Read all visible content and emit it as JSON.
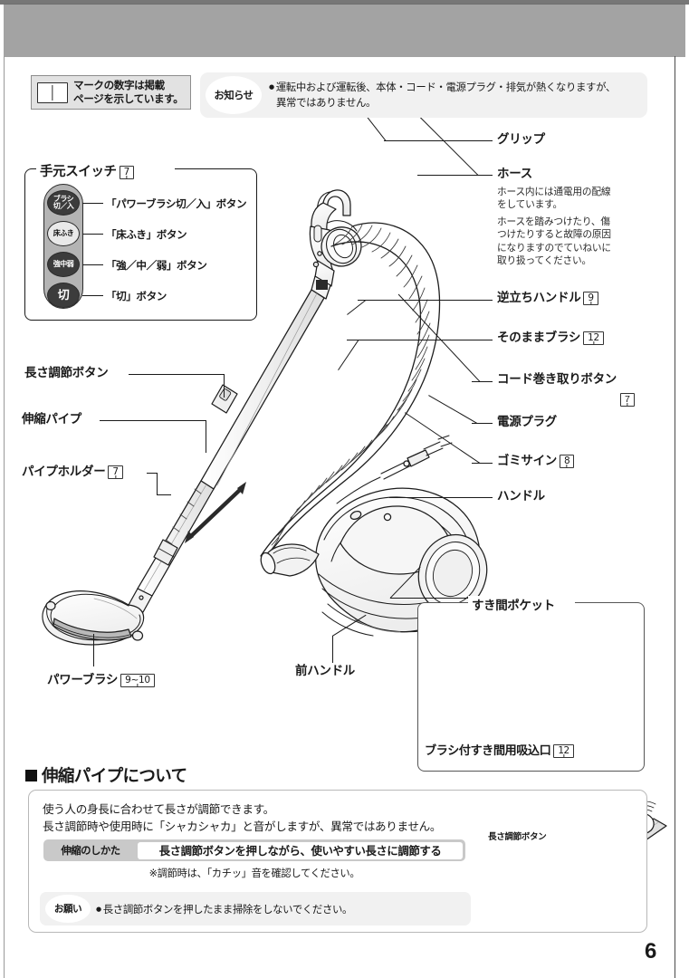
{
  "page": {
    "number": "6"
  },
  "legend": {
    "icon": "open-book-icon",
    "text_line1": "マークの数字は掲載",
    "text_line2": "ページを示しています。"
  },
  "notice": {
    "badge": "お知らせ",
    "line1": "運転中および運転後、本体・コード・電源プラグ・排気が熱くなりますが、",
    "line2": "異常ではありません。"
  },
  "switch_panel": {
    "title": "手元スイッチ",
    "title_ref": "7",
    "buttons": [
      {
        "face_line1": "ブラシ",
        "face_line2": "切／入",
        "style": "dark",
        "label": "「パワーブラシ切／入」ボタン"
      },
      {
        "face_line1": "床ふき",
        "face_line2": "",
        "style": "light",
        "label": "「床ふき」ボタン"
      },
      {
        "face_line1": "強中弱",
        "face_line2": "",
        "style": "dark",
        "label": "「強／中／弱」ボタン"
      },
      {
        "face_line1": "切",
        "face_line2": "",
        "style": "dark",
        "label": "「切」ボタン"
      }
    ]
  },
  "callouts_right": [
    {
      "name": "grip",
      "label": "グリップ",
      "ref": ""
    },
    {
      "name": "hose",
      "label": "ホース",
      "ref": ""
    },
    {
      "name": "upright-handle",
      "label": "逆立ちハンドル",
      "ref": "9"
    },
    {
      "name": "sonomama-brush",
      "label": "そのままブラシ",
      "ref": "12"
    },
    {
      "name": "cord-rewind-button",
      "label": "コード巻き取りボタン",
      "ref": "7"
    },
    {
      "name": "power-plug",
      "label": "電源プラグ",
      "ref": ""
    },
    {
      "name": "dust-sign",
      "label": "ゴミサイン",
      "ref": "8"
    },
    {
      "name": "handle",
      "label": "ハンドル",
      "ref": ""
    }
  ],
  "hose_note": {
    "para1_line1": "ホース内には通電用の配線",
    "para1_line2": "をしています。",
    "para2_line1": "ホースを踏みつけたり、傷",
    "para2_line2": "つけたりすると故障の原因",
    "para2_line3": "になりますのでていねいに",
    "para2_line4": "取り扱ってください。"
  },
  "callouts_left": [
    {
      "name": "length-adjust-button",
      "label": "長さ調節ボタン",
      "ref": ""
    },
    {
      "name": "telescopic-pipe",
      "label": "伸縮パイプ",
      "ref": ""
    },
    {
      "name": "pipe-holder",
      "label": "パイプホルダー",
      "ref": "7"
    },
    {
      "name": "power-brush",
      "label": "パワーブラシ",
      "ref": "9~10"
    }
  ],
  "callouts_bottom": [
    {
      "name": "front-handle",
      "label": "前ハンドル",
      "ref": ""
    }
  ],
  "inset": {
    "title": "すき間ポケット",
    "caption": "ブラシ付すき間用吸込口",
    "caption_ref": "12"
  },
  "section": {
    "heading": "伸縮パイプについて",
    "para_line1": "使う人の身長に合わせて長さが調節できます。",
    "para_line2": "長さ調節時や使用時に「シャカシャカ」と音がしますが、異常ではありません。",
    "howto_key": "伸縮のしかた",
    "howto_value": "長さ調節ボタンを押しながら、使いやすい長さに調節する",
    "note": "※調節時は、「カチッ」音を確認してください。",
    "request_badge": "お願い",
    "request_text": "長さ調節ボタンを押したまま掃除をしないでください。",
    "detail_label": "長さ調節ボタン"
  }
}
